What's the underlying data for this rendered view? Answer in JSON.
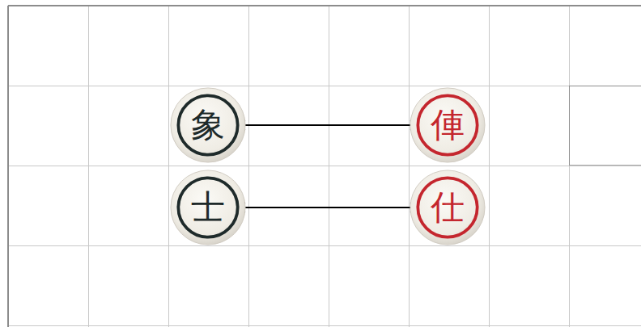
{
  "diagram": {
    "nodes": [
      {
        "text": [
          "象"
        ]
      },
      {
        "text": [
          "俥"
        ]
      },
      {
        "text": [
          "士"
        ]
      },
      {
        "text": [
          "仕"
        ]
      }
    ],
    "edges": [
      {
        "from": 0,
        "to": 1,
        "arrow": "both"
      },
      {
        "from": 2,
        "to": 3,
        "arrow": "both"
      }
    ]
  }
}
